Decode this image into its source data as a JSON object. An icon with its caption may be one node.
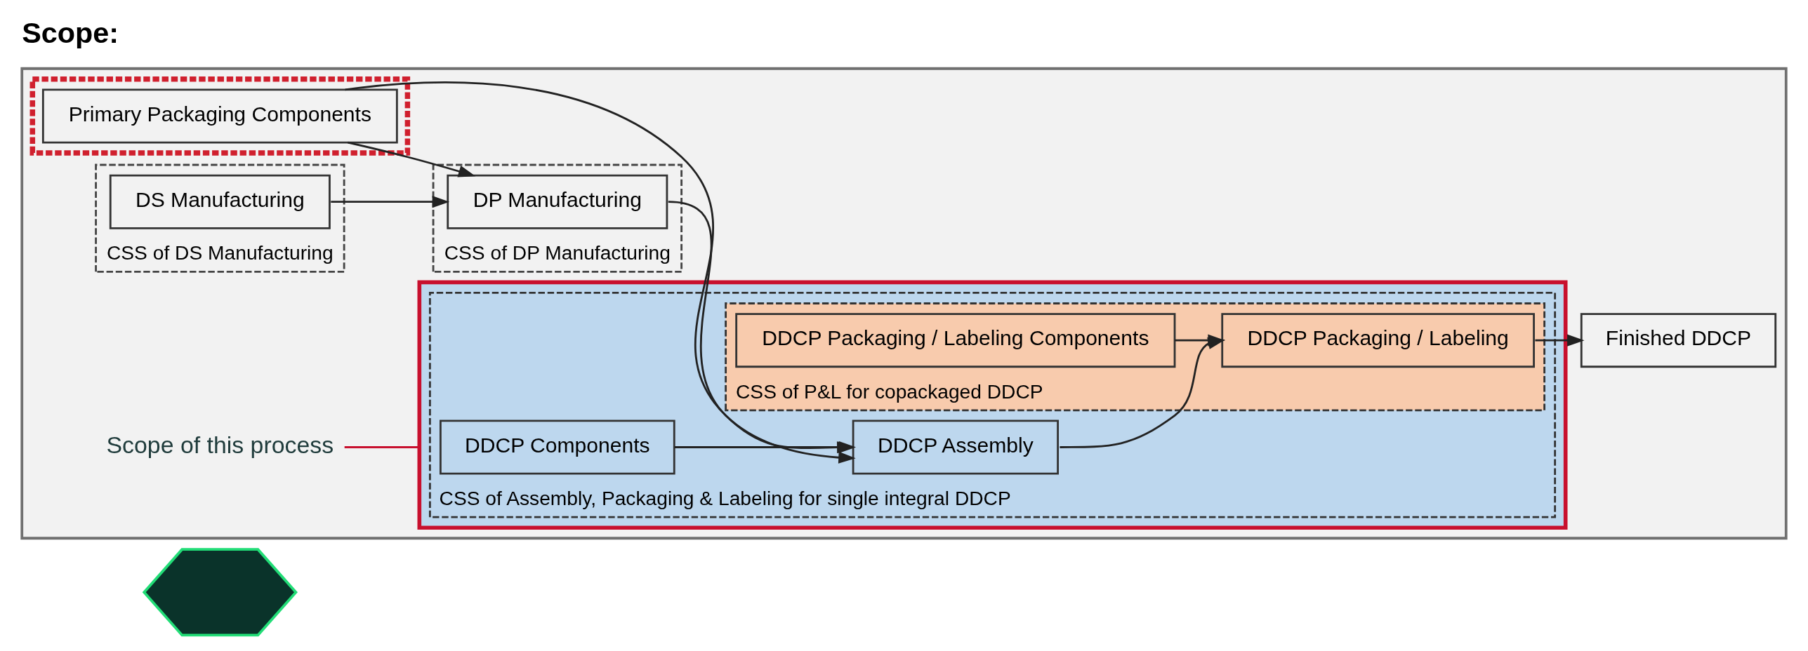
{
  "diagram": {
    "title": "Scope:",
    "nodes": [
      {
        "text": [],
        "shape": "box"
      },
      {
        "text": [],
        "shape": "box",
        "in": 0
      },
      {
        "text": [
          "Primary Packaging Components"
        ],
        "in": 1
      },
      {
        "text": [
          "CSS of DS Manufacturing"
        ],
        "in": 0
      },
      {
        "text": [
          "DS Manufacturing"
        ],
        "in": 3
      },
      {
        "text": [
          "CSS of DP Manufacturing"
        ],
        "in": 0
      },
      {
        "text": [
          "DP Manufacturing"
        ],
        "in": 5
      },
      {
        "text": [],
        "shape": "box",
        "in": 0
      },
      {
        "text": [
          "CSS of Assembly, Packaging & Labeling for single integral DDCP"
        ],
        "in": 7
      },
      {
        "text": [
          "DDCP Components"
        ],
        "in": 8
      },
      {
        "text": [
          "DDCP Assembly"
        ],
        "in": 8
      },
      {
        "text": [
          "CSS of P&L for copackaged DDCP"
        ],
        "in": 8
      },
      {
        "text": [
          "DDCP Packaging / Labeling Components"
        ],
        "in": 11
      },
      {
        "text": [
          "DDCP Packaging / Labeling"
        ],
        "in": 11
      },
      {
        "text": [
          "Finished DDCP"
        ],
        "in": 0
      },
      {
        "text": [
          "Scope of this process"
        ],
        "in": 0
      },
      {
        "text": [],
        "shape": "double-arrow"
      }
    ],
    "edges": [
      {
        "from": 4,
        "to": 6,
        "arrow": "to"
      },
      {
        "from": 2,
        "to": 6,
        "arrow": "to"
      },
      {
        "from": 2,
        "to": 10,
        "arrow": "to"
      },
      {
        "from": 6,
        "to": 10,
        "arrow": "to"
      },
      {
        "from": 9,
        "to": 10,
        "arrow": "to"
      },
      {
        "from": 10,
        "to": 13,
        "arrow": "to"
      },
      {
        "from": 12,
        "to": 13,
        "arrow": "to"
      },
      {
        "from": 13,
        "to": 14,
        "arrow": "to"
      },
      {
        "from": 15,
        "to": 7,
        "arrow": "none",
        "color": "#c8102e"
      }
    ]
  }
}
